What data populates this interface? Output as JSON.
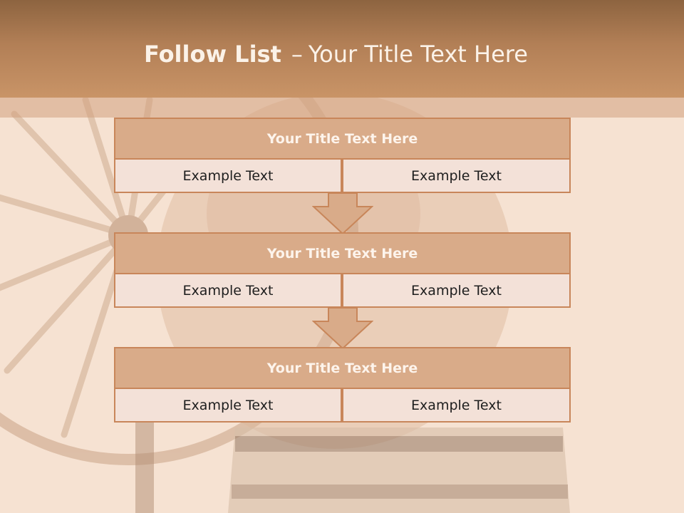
{
  "slide": {
    "title_bold": "Follow List",
    "title_separator": "–",
    "title_rest": "Your Title Text Here"
  },
  "blocks": [
    {
      "title": "Your Title Text Here",
      "left": "Example Text",
      "right": "Example Text"
    },
    {
      "title": "Your Title Text Here",
      "left": "Example Text",
      "right": "Example Text"
    },
    {
      "title": "Your Title Text Here",
      "left": "Example Text",
      "right": "Example Text"
    }
  ],
  "icons": [
    "down-arrow-icon",
    "down-arrow-icon"
  ],
  "colors": {
    "header": "#b27f56",
    "block_title_fill": "#d9ab89",
    "block_border": "#c8865a",
    "cell_fill": "#f3e1d8",
    "arrow_fill": "#d9ab89",
    "background": "#f6e2d2"
  }
}
